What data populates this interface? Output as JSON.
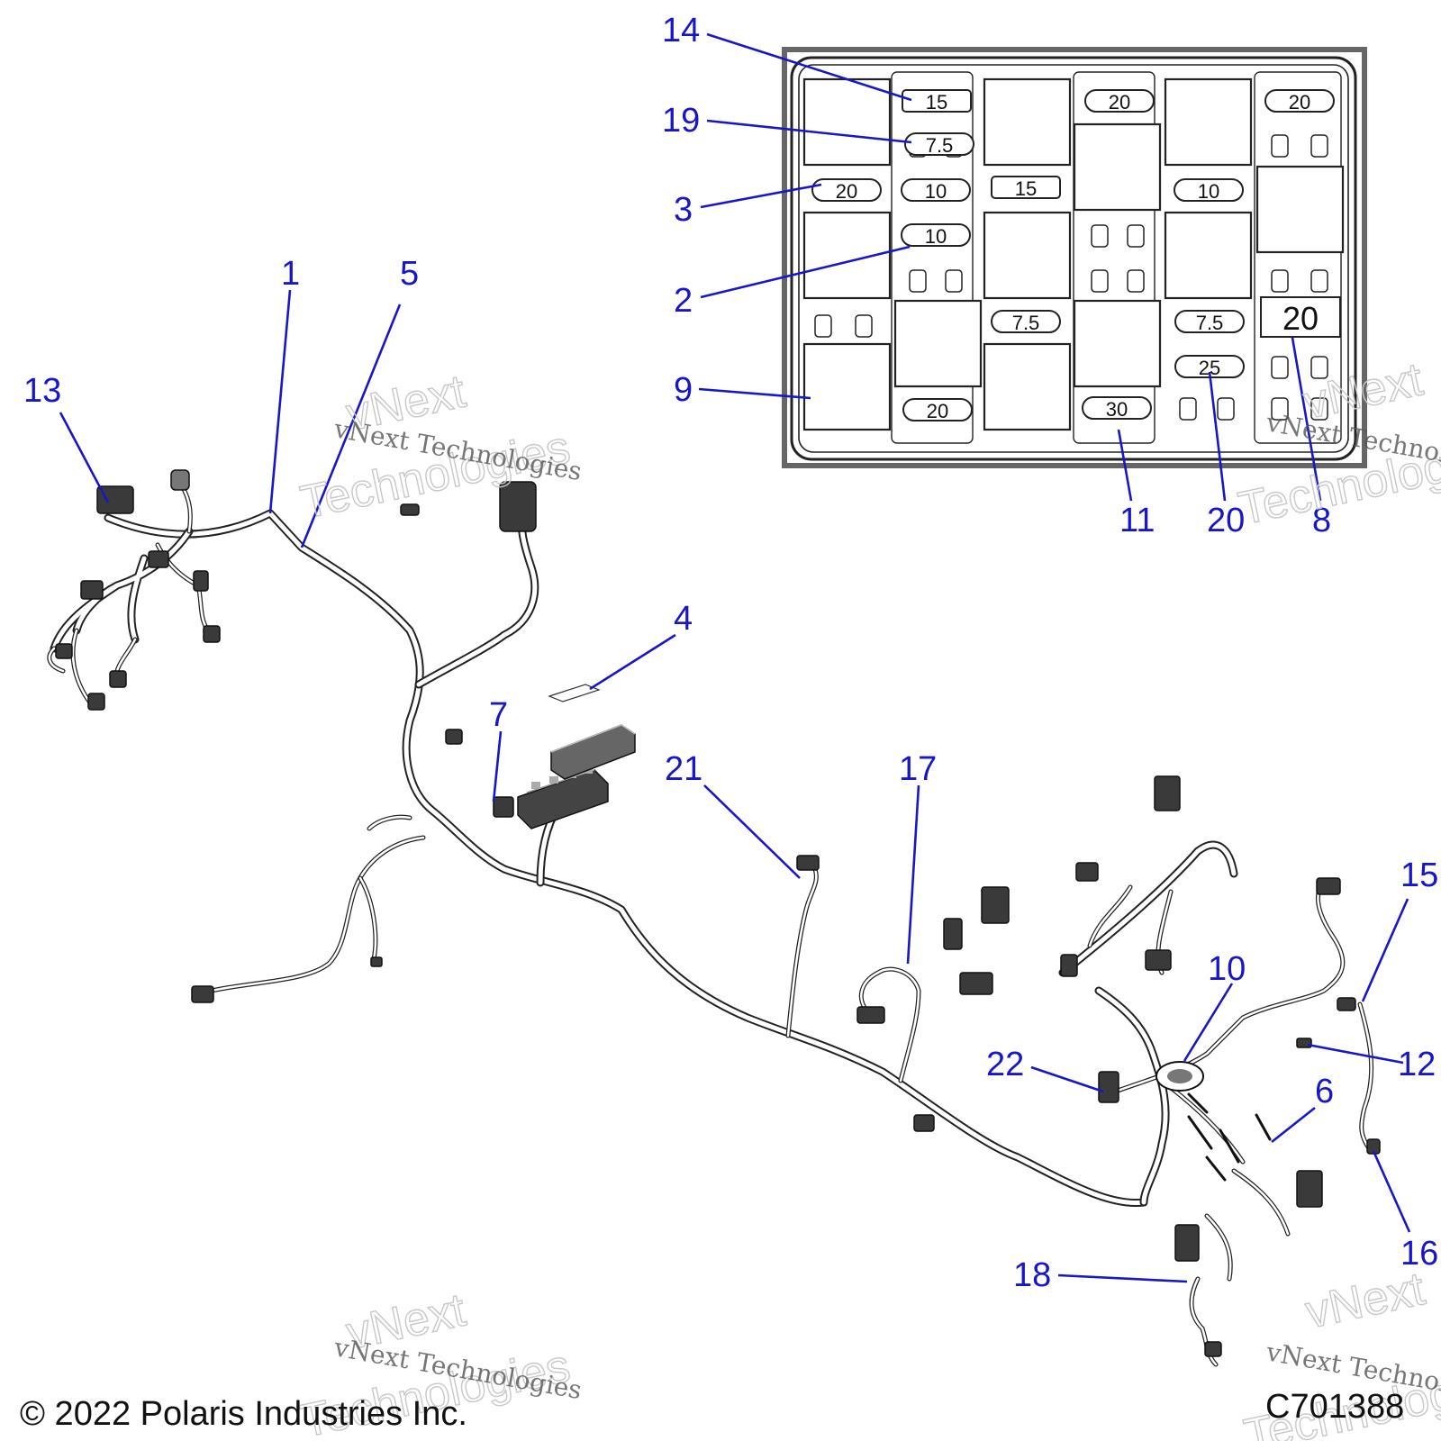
{
  "callouts": [
    "14",
    "19",
    "3",
    "2",
    "9",
    "1",
    "5",
    "13",
    "11",
    "20",
    "8",
    "4",
    "7",
    "21",
    "17",
    "15",
    "10",
    "22",
    "12",
    "6",
    "16",
    "18"
  ],
  "fuse_values": {
    "f_15a": "15",
    "f_20a": "20",
    "f_20b": "20",
    "f_75a": "7.5",
    "f_20c": "20",
    "f_10a": "10",
    "f_15b": "15",
    "f_10b": "10",
    "f_10c": "10",
    "f_75b": "7.5",
    "f_75c": "7.5",
    "f_20big": "20",
    "f_25": "25",
    "f_20d": "20",
    "f_30": "30"
  },
  "footer": {
    "copyright": "© 2022 Polaris Industries Inc.",
    "part_code": "C701388"
  },
  "watermark": {
    "brand": "vNext",
    "line": "vNext Technologies",
    "word": "Technologies"
  }
}
